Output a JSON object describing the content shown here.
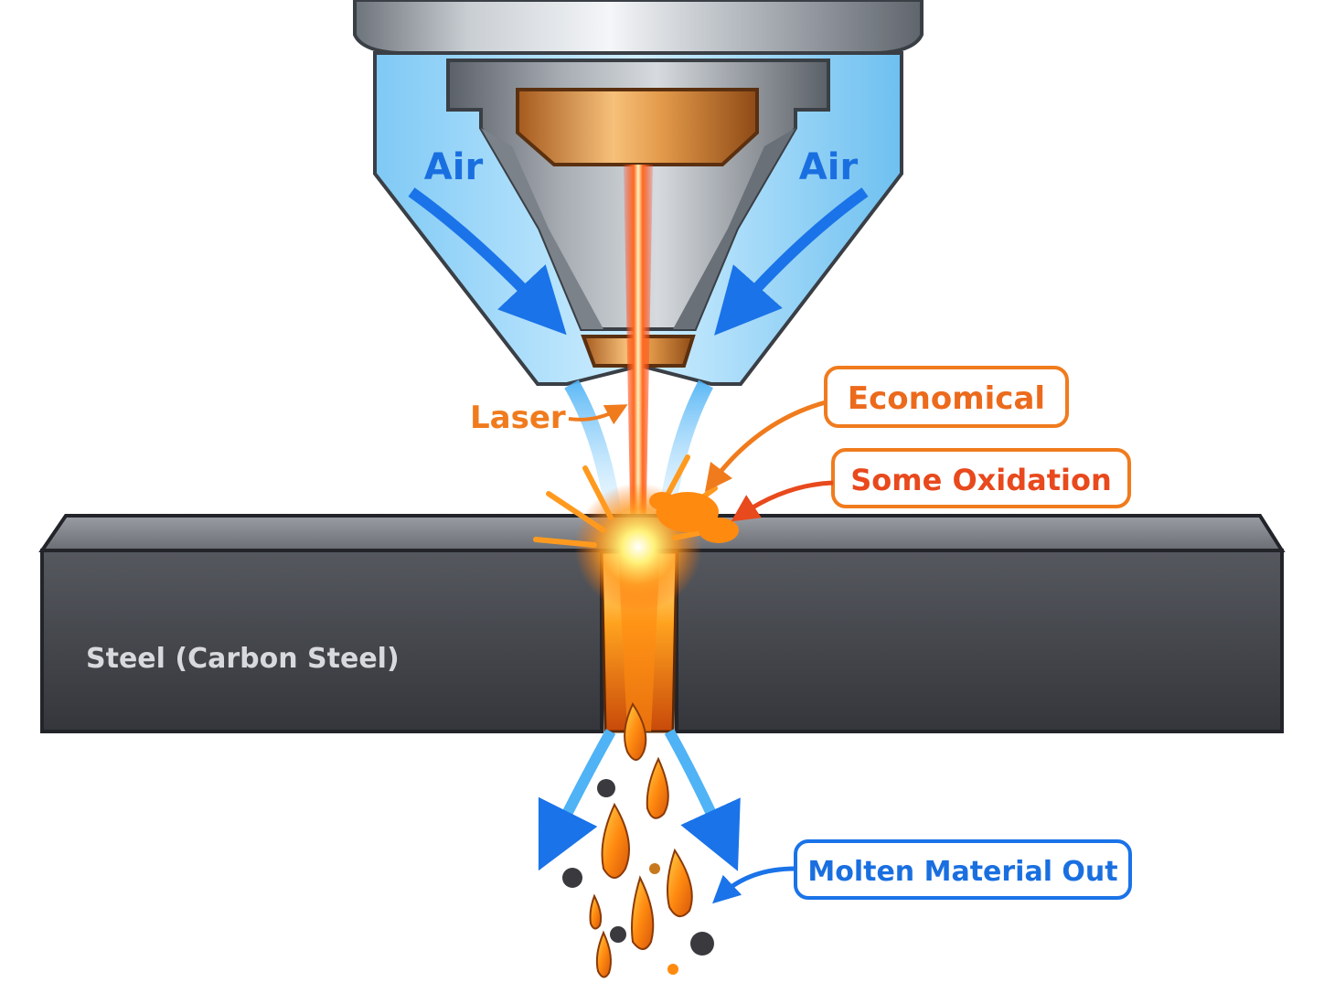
{
  "labels": {
    "air_left": "Air",
    "air_right": "Air",
    "laser": "Laser",
    "economical": "Economical",
    "some_oxidation": "Some Oxidation",
    "material": "Steel (Carbon Steel)",
    "molten_out": "Molten Material Out"
  },
  "colors": {
    "air_blue": "#1a73e8",
    "laser_orange": "#ff5a1f",
    "callout_orange": "#f07b1d",
    "callout_red": "#e8491d",
    "steel_dark": "#3c3e43",
    "nozzle_gray": "#8f959c",
    "copper": "#d9893b"
  },
  "icons": {
    "air_flow": "arrow-down-icon",
    "spark": "spark-burst-icon",
    "molten_drop": "droplet-icon"
  }
}
